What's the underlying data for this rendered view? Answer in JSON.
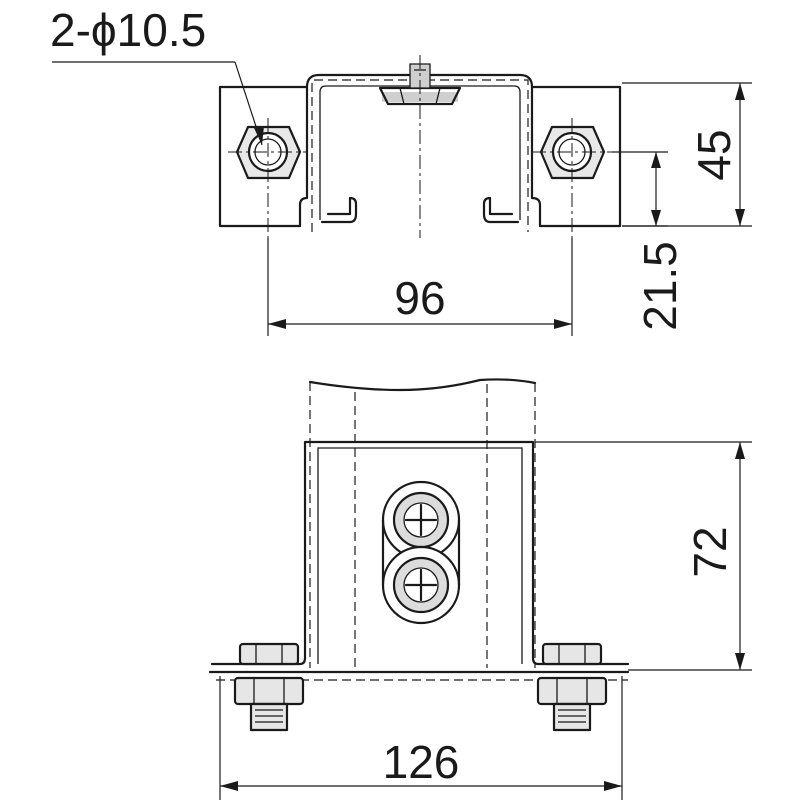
{
  "dimensions": {
    "hole": "2-ϕ10.5",
    "top_height": "45",
    "hole_height": "21.5",
    "hole_spacing": "96",
    "bottom_height": "72",
    "base_width": "126"
  }
}
